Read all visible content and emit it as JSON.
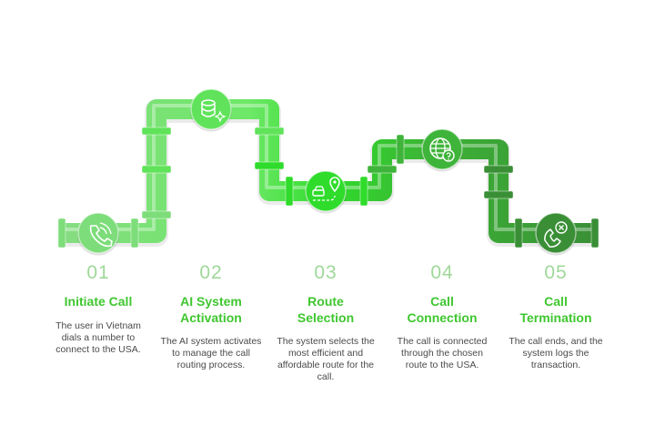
{
  "diagram": {
    "steps": [
      {
        "number": "01",
        "title_lines": [
          "Initiate Call"
        ],
        "description": "The user in Vietnam dials a number to connect to the USA.",
        "icon": "phone-icon",
        "color": "#7ddd7a"
      },
      {
        "number": "02",
        "title_lines": [
          "AI System",
          "Activation"
        ],
        "description": "The AI system activates to manage the call routing process.",
        "icon": "database-sparkle-icon",
        "color": "#60e35a"
      },
      {
        "number": "03",
        "title_lines": [
          "Route",
          "Selection"
        ],
        "description": "The system selects the most efficient and affordable route for the call.",
        "icon": "route-location-icon",
        "color": "#2fdc2b"
      },
      {
        "number": "04",
        "title_lines": [
          "Call",
          "Connection"
        ],
        "description": "The call is connected through the chosen route to the USA.",
        "icon": "globe-question-icon",
        "color": "#3fb43a"
      },
      {
        "number": "05",
        "title_lines": [
          "Call",
          "Termination"
        ],
        "description": "The call ends, and the system logs the transaction.",
        "icon": "call-end-icon",
        "color": "#3a8f36"
      }
    ],
    "title_color": "#3fc72f",
    "number_color": "#9fd89a"
  }
}
